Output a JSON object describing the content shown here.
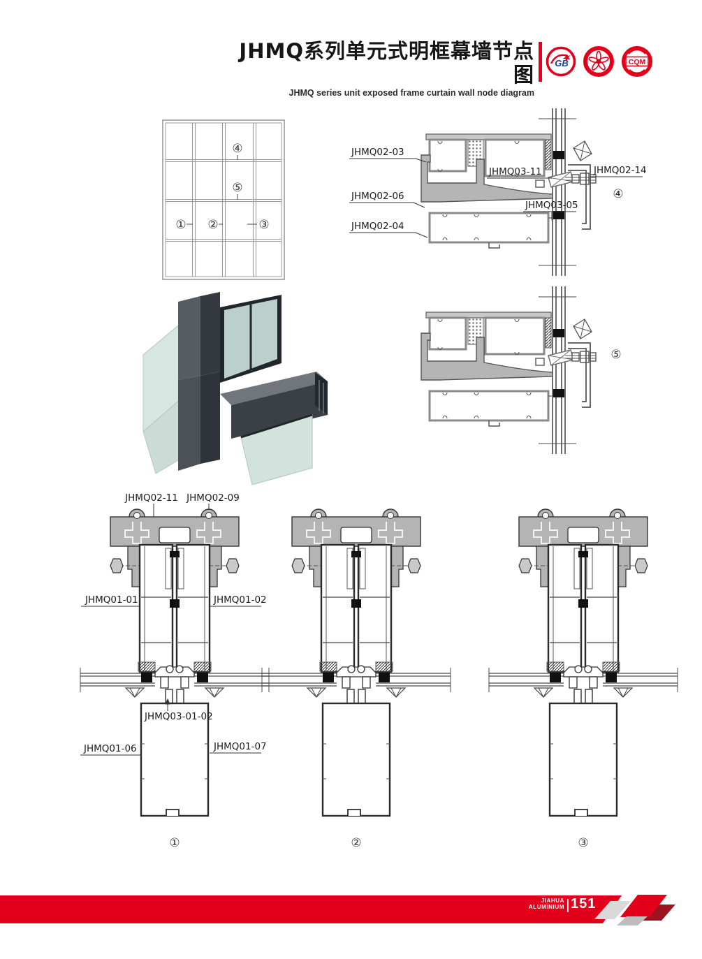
{
  "header": {
    "title_cn": "JHMQ系列单元式明框幕墙节点图",
    "title_en": "JHMQ series unit exposed frame curtain wall node diagram",
    "logo_gb": "GB",
    "logo_cqm": "CQM"
  },
  "elevation": {
    "c1": "①",
    "c2": "②",
    "c3": "③",
    "c4": "④",
    "c5": "⑤"
  },
  "details": {
    "top_callout": "④",
    "mid_callout": "⑤",
    "labels": {
      "l1": "JHMQ02-03",
      "l2": "JHMQ02-06",
      "l3": "JHMQ02-04",
      "l4": "JHMQ03-11",
      "l5": "JHMQ03-05",
      "l6": "JHMQ02-14"
    }
  },
  "sections": {
    "labels": {
      "top1": "JHMQ02-11",
      "top2": "JHMQ02-09",
      "mid1": "JHMQ01-01",
      "mid2": "JHMQ01-02",
      "low1": "JHMQ03-01-02",
      "low2": "JHMQ01-06",
      "low3": "JHMQ01-07"
    },
    "c1": "①",
    "c2": "②",
    "c3": "③"
  },
  "footer": {
    "brand1": "JIAHUA",
    "brand2": "ALUMINIUM",
    "page": "151"
  },
  "colors": {
    "accent_red": "#e2001a",
    "dark_red": "#9c1420",
    "aluminium_gray": "#b4b4b4",
    "line": "#2b2b2b"
  }
}
